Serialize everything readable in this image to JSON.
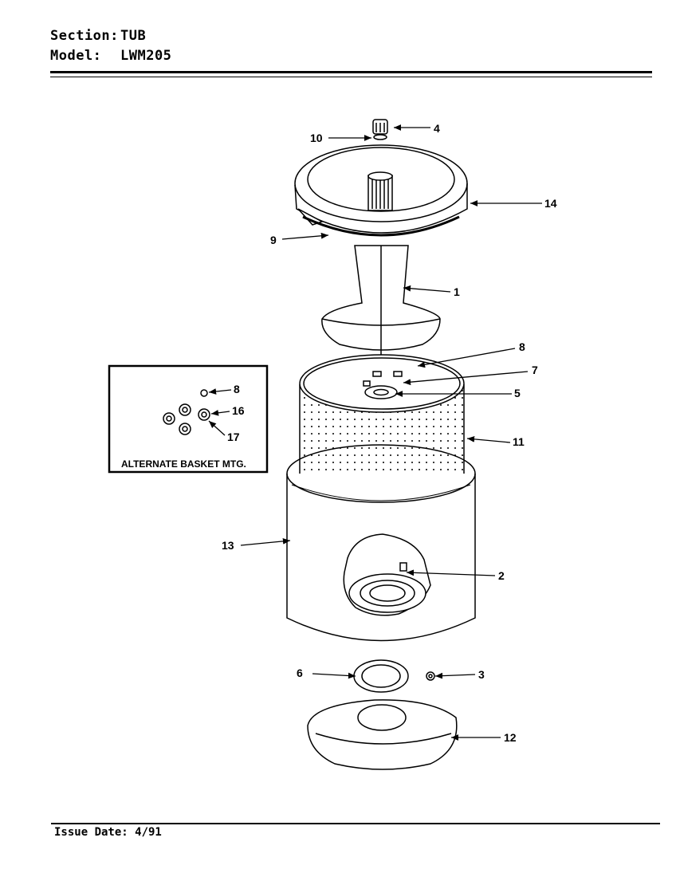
{
  "header": {
    "section_key": "Section:",
    "section_value": "TUB",
    "model_key": "Model:",
    "model_value": "LWM205"
  },
  "inset": {
    "title": "ALTERNATE BASKET MTG.",
    "callouts": [
      "8",
      "16",
      "17"
    ]
  },
  "callouts": {
    "c1": "1",
    "c2": "2",
    "c3": "3",
    "c4": "4",
    "c5": "5",
    "c6": "6",
    "c7": "7",
    "c8": "8",
    "c9": "9",
    "c10": "10",
    "c11": "11",
    "c12": "12",
    "c13": "13",
    "c14": "14"
  },
  "footer": {
    "issue_date": "Issue Date: 4/91"
  }
}
